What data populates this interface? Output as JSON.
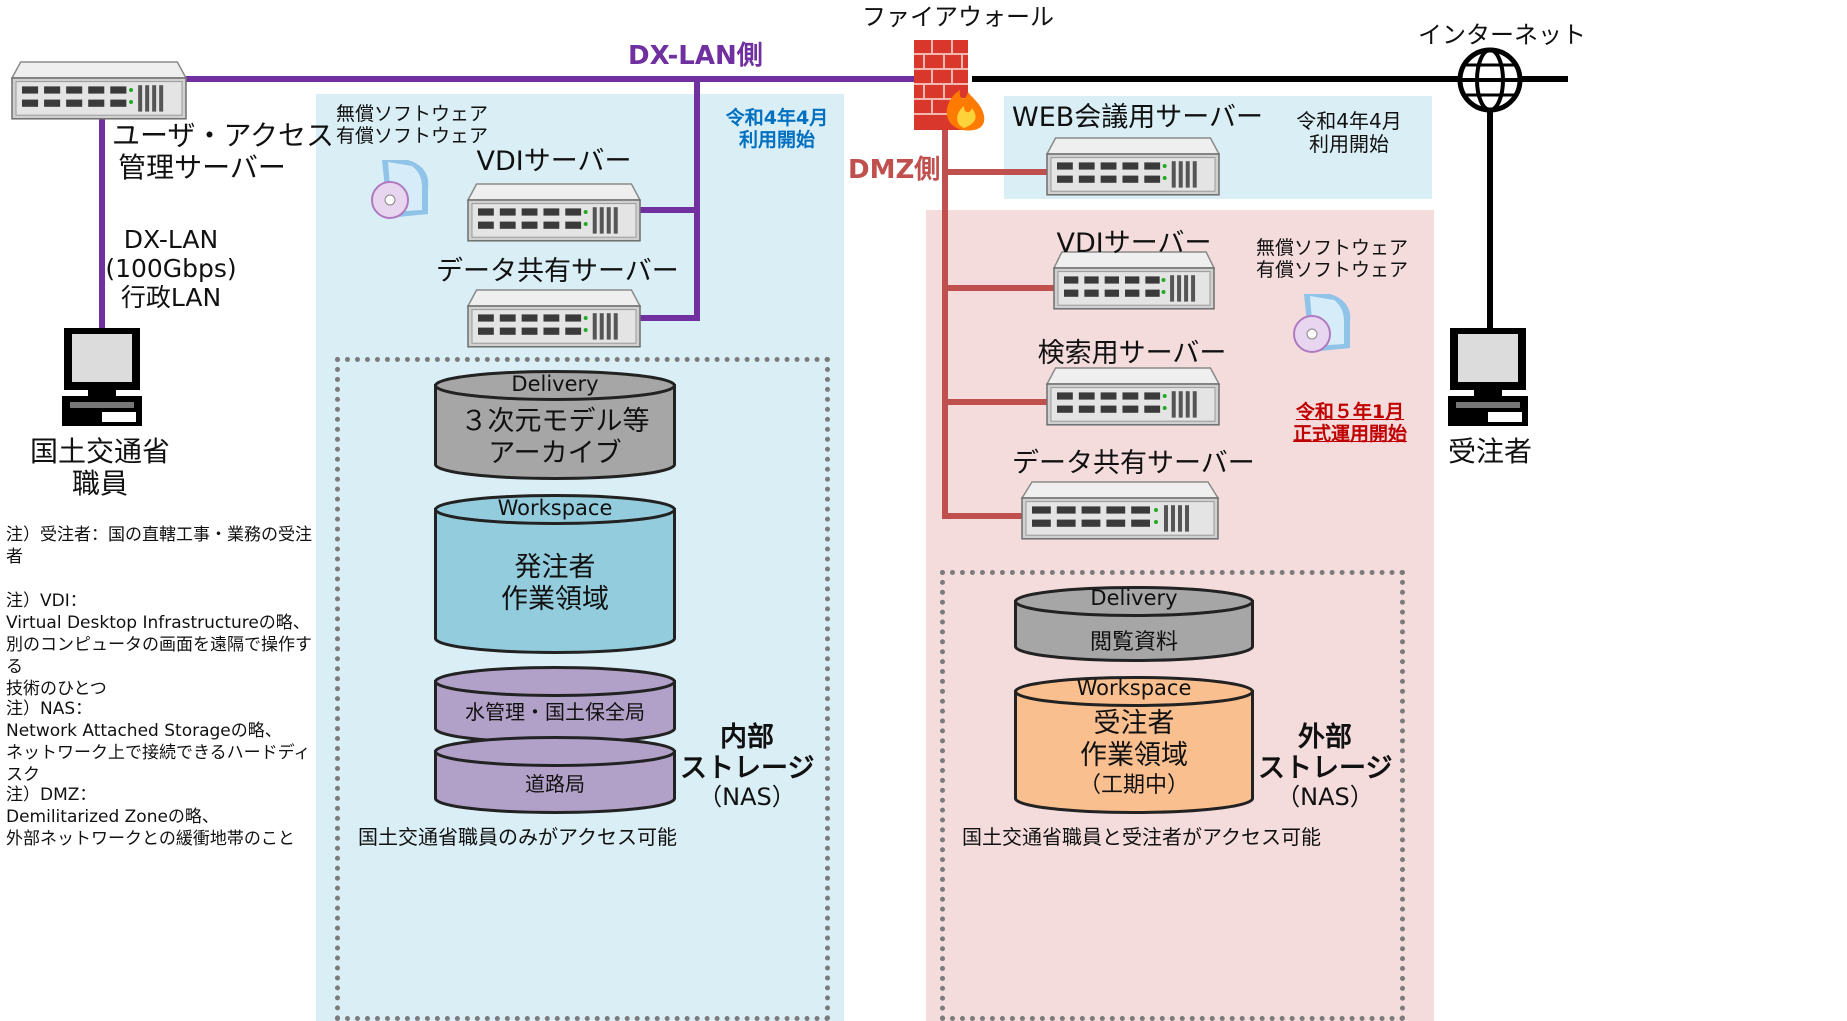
{
  "labels": {
    "dx_lan_side": "DX-LAN側",
    "dmz_side": "DMZ側",
    "firewall": "ファイアウォール",
    "internet": "インターネット",
    "user_access_server": [
      "ユーザ・アクセス",
      "管理サーバー"
    ],
    "dx_lan": [
      "DX-LAN",
      "(100Gbps)",
      "行政LAN"
    ],
    "mlit_staff": [
      "国土交通省",
      "職員"
    ],
    "contractor": "受注者"
  },
  "internal": {
    "software": [
      "無償ソフトウェア",
      "有償ソフトウェア"
    ],
    "start": [
      "令和4年4月",
      "利用開始"
    ],
    "vdi_server": "VDIサーバー",
    "data_share_server": "データ共有サーバー",
    "delivery": {
      "header": "Delivery",
      "body": [
        "３次元モデル等",
        "アーカイブ"
      ]
    },
    "workspace": {
      "header": "Workspace",
      "body": [
        "発注者",
        "作業領域"
      ]
    },
    "bureau1": "水管理・国土保全局",
    "bureau2": "道路局",
    "storage": [
      "内部",
      "ストレージ",
      "（NAS）"
    ],
    "access": "国土交通省職員のみがアクセス可能"
  },
  "external": {
    "web_conf_server": "WEB会議用サーバー",
    "web_start": [
      "令和4年4月",
      "利用開始"
    ],
    "vdi_server": "VDIサーバー",
    "software": [
      "無償ソフトウェア",
      "有償ソフトウェア"
    ],
    "search_server": "検索用サーバー",
    "start": [
      "令和５年1月",
      "正式運用開始"
    ],
    "data_share_server": "データ共有サーバー",
    "delivery": {
      "header": "Delivery",
      "body": "閲覧資料"
    },
    "workspace": {
      "header": "Workspace",
      "body": [
        "受注者",
        "作業領域",
        "（工期中）"
      ]
    },
    "storage": [
      "外部",
      "ストレージ",
      "（NAS）"
    ],
    "access": "国土交通省職員と受注者がアクセス可能"
  },
  "notes": [
    "注）受注者：国の直轄工事・業務の受注者",
    "注）VDI：\nVirtual Desktop Infrastructureの略、\n別のコンピュータの画面を遠隔で操作する\n技術のひとつ",
    "注）NAS：\nNetwork Attached Storageの略、\nネットワーク上で接続できるハードディスク",
    "注）DMZ：\nDemilitarized Zoneの略、\n外部ネットワークとの緩衝地帯のこと"
  ],
  "colors": {
    "dx_lan_line": "#7030a0",
    "dmz_line": "#c0504d",
    "internet_line": "#000000",
    "internal_zone": "#daeef5",
    "external_zone": "#f4dcdd",
    "accent_blue": "#0070c0",
    "accent_red": "#c00000",
    "cyl_gray": "#a6a6a6",
    "cyl_cyan": "#93cddd",
    "cyl_purple": "#b1a0c7",
    "cyl_orange": "#fabf8f"
  }
}
